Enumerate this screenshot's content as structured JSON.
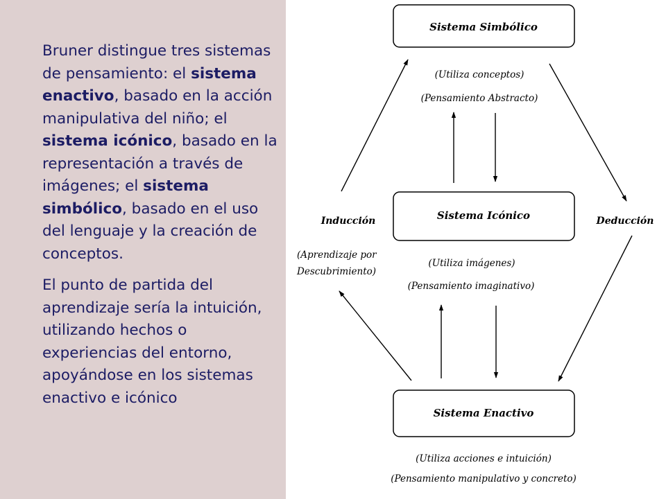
{
  "left_text": {
    "p1": {
      "t1": "Bruner distingue tres sistemas de pensamiento: el ",
      "b1": "sistema enactivo",
      "t2": ", basado en la acción manipulativa del niño; el ",
      "b2": "sistema icónico",
      "t3": ", basado en la representación a través de imágenes; el ",
      "b3": "sistema simbólico",
      "t4": ", basado en el uso del lenguaje y la creación de conceptos."
    },
    "p2": "El punto de partida del aprendizaje sería la intuición, utilizando hechos o experiencias del entorno, apoyándose en los sistemas enactivo e icónico"
  },
  "diagram": {
    "symbolic": {
      "title": "Sistema Simbólico",
      "note1": "(Utiliza conceptos)",
      "note2": "(Pensamiento Abstracto)"
    },
    "iconic": {
      "title": "Sistema Icónico",
      "note1": "(Utiliza imágenes)",
      "note2": "(Pensamiento imaginativo)"
    },
    "enactive": {
      "title": "Sistema Enactivo",
      "note1": "(Utiliza acciones e intuición)",
      "note2": "(Pensamiento manipulativo y concreto)"
    },
    "induction": {
      "label": "Inducción",
      "note1": "(Aprendizaje por",
      "note2": "Descubrimiento)"
    },
    "deduction": {
      "label": "Deducción"
    }
  }
}
